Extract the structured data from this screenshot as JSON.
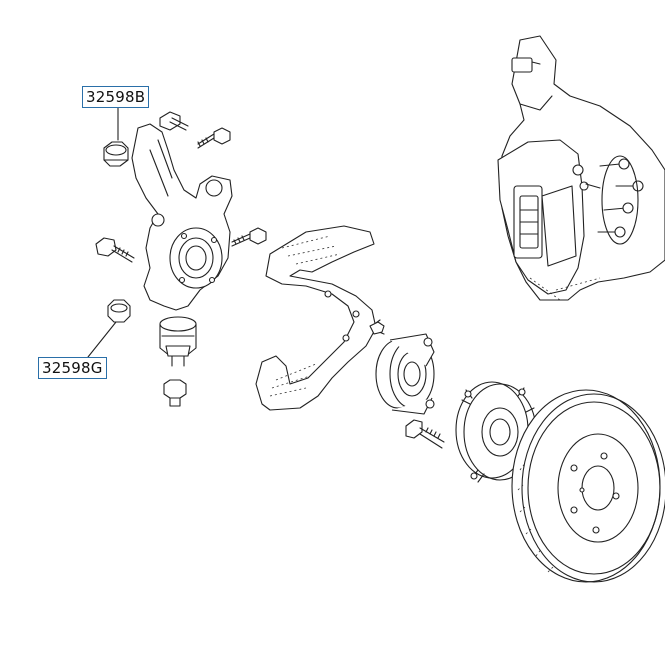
{
  "callouts": [
    {
      "id": "a",
      "part_number": "32598B"
    },
    {
      "id": "b",
      "part_number": "32598G"
    }
  ],
  "colors": {
    "line": "#222222",
    "callout_border": "#2a6fa8",
    "background": "#ffffff"
  }
}
